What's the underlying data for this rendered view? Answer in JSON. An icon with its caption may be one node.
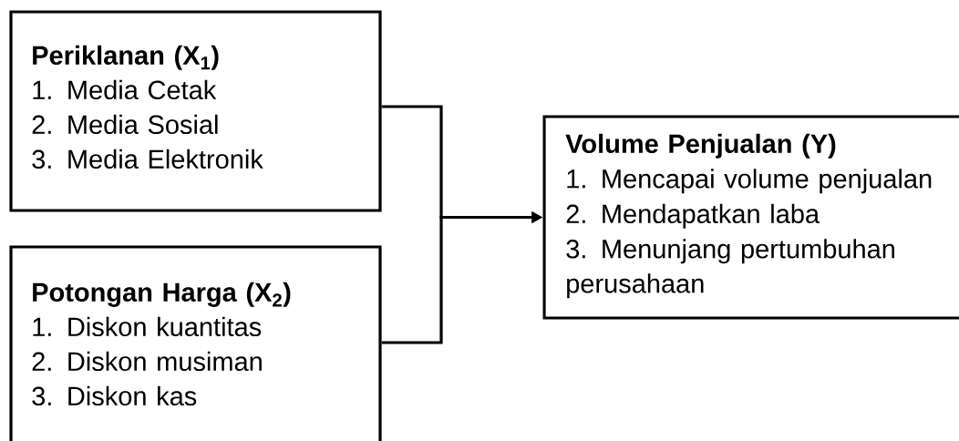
{
  "diagram": {
    "nodes": [
      {
        "text": [
          "Periklanan (X$_{1}$)",
          "1. Media Cetak",
          "2. Media Sosial",
          "3. Media Elektronik"
        ]
      },
      {
        "text": [
          "Potongan Harga (X$_{2}$)",
          "1. Diskon kuantitas",
          "2. Diskon musiman",
          "3. Diskon kas"
        ]
      },
      {
        "text": [
          "Volume Penjualan (Y)",
          "1. Mencapai volume penjualan",
          "2. Mendapatkan laba",
          "3. Menunjang pertumbuhan perusahaan"
        ]
      }
    ],
    "edges": [
      {
        "from": 0,
        "to": 2,
        "arrow": "to"
      },
      {
        "from": 1,
        "to": 2,
        "arrow": "to"
      }
    ]
  }
}
